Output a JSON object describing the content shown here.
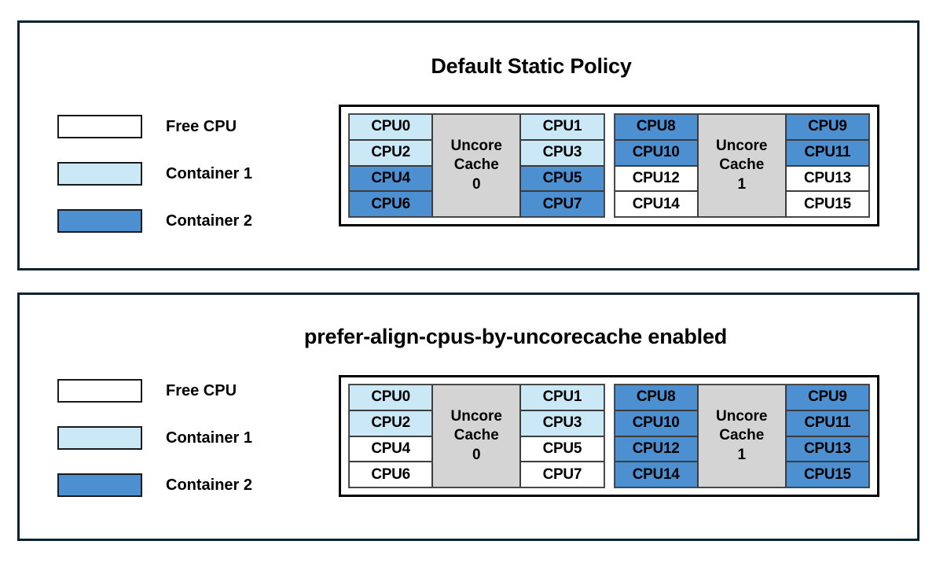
{
  "panels": [
    {
      "title": "Default Static Policy",
      "legend": [
        {
          "label": "Free CPU",
          "color": "#ffffff"
        },
        {
          "label": "Container 1",
          "color": "#cbe8f6"
        },
        {
          "label": "Container 2",
          "color": "#4d90d1"
        }
      ],
      "cache_groups": [
        {
          "cache_label_line1": "Uncore",
          "cache_label_line2": "Cache",
          "cache_label_line3": "0",
          "left_column": [
            {
              "label": "CPU0",
              "state": "container1"
            },
            {
              "label": "CPU2",
              "state": "container1"
            },
            {
              "label": "CPU4",
              "state": "container2"
            },
            {
              "label": "CPU6",
              "state": "container2"
            }
          ],
          "right_column": [
            {
              "label": "CPU1",
              "state": "container1"
            },
            {
              "label": "CPU3",
              "state": "container1"
            },
            {
              "label": "CPU5",
              "state": "container2"
            },
            {
              "label": "CPU7",
              "state": "container2"
            }
          ]
        },
        {
          "cache_label_line1": "Uncore",
          "cache_label_line2": "Cache",
          "cache_label_line3": "1",
          "left_column": [
            {
              "label": "CPU8",
              "state": "container2"
            },
            {
              "label": "CPU10",
              "state": "container2"
            },
            {
              "label": "CPU12",
              "state": "free"
            },
            {
              "label": "CPU14",
              "state": "free"
            }
          ],
          "right_column": [
            {
              "label": "CPU9",
              "state": "container2"
            },
            {
              "label": "CPU11",
              "state": "container2"
            },
            {
              "label": "CPU13",
              "state": "free"
            },
            {
              "label": "CPU15",
              "state": "free"
            }
          ]
        }
      ]
    },
    {
      "title": "prefer-align-cpus-by-uncorecache enabled",
      "legend": [
        {
          "label": "Free CPU",
          "color": "#ffffff"
        },
        {
          "label": "Container 1",
          "color": "#cbe8f6"
        },
        {
          "label": "Container 2",
          "color": "#4d90d1"
        }
      ],
      "cache_groups": [
        {
          "cache_label_line1": "Uncore",
          "cache_label_line2": "Cache",
          "cache_label_line3": "0",
          "left_column": [
            {
              "label": "CPU0",
              "state": "container1"
            },
            {
              "label": "CPU2",
              "state": "container1"
            },
            {
              "label": "CPU4",
              "state": "free"
            },
            {
              "label": "CPU6",
              "state": "free"
            }
          ],
          "right_column": [
            {
              "label": "CPU1",
              "state": "container1"
            },
            {
              "label": "CPU3",
              "state": "container1"
            },
            {
              "label": "CPU5",
              "state": "free"
            },
            {
              "label": "CPU7",
              "state": "free"
            }
          ]
        },
        {
          "cache_label_line1": "Uncore",
          "cache_label_line2": "Cache",
          "cache_label_line3": "1",
          "left_column": [
            {
              "label": "CPU8",
              "state": "container2"
            },
            {
              "label": "CPU10",
              "state": "container2"
            },
            {
              "label": "CPU12",
              "state": "container2"
            },
            {
              "label": "CPU14",
              "state": "container2"
            }
          ],
          "right_column": [
            {
              "label": "CPU9",
              "state": "container2"
            },
            {
              "label": "CPU11",
              "state": "container2"
            },
            {
              "label": "CPU13",
              "state": "container2"
            },
            {
              "label": "CPU15",
              "state": "container2"
            }
          ]
        }
      ]
    }
  ],
  "colors": {
    "panel_border": "#0b2232",
    "free": "#ffffff",
    "container1": "#cbe8f6",
    "container2": "#4d90d1",
    "cache_block": "#d4d4d4"
  }
}
